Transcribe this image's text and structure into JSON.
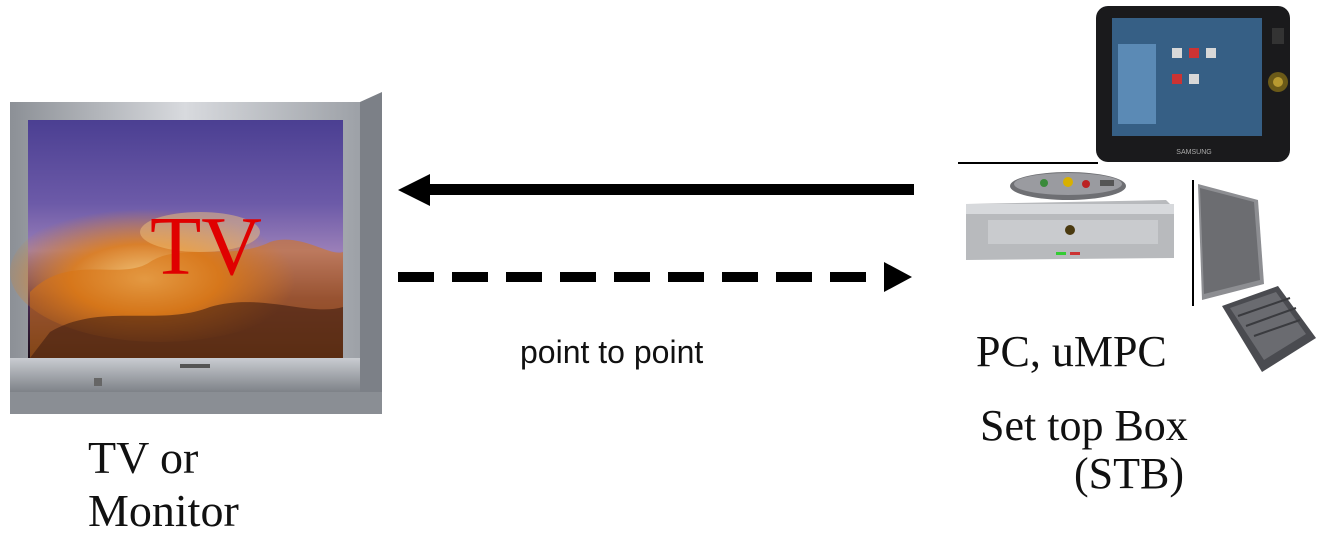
{
  "tv": {
    "screen_label": "TV",
    "caption_line1": "TV or",
    "caption_line2": "Monitor"
  },
  "connection": {
    "label": "point to point"
  },
  "devices": {
    "caption_line1": "PC,  uMPC",
    "caption_line2": "Set top Box",
    "caption_line3": "(STB)"
  },
  "colors": {
    "tv_label": "#e00000",
    "arrow": "#000000",
    "tv_frame": "#b9bcc2",
    "sky_top": "#5a4a9a",
    "cloud": "#e08a20"
  }
}
